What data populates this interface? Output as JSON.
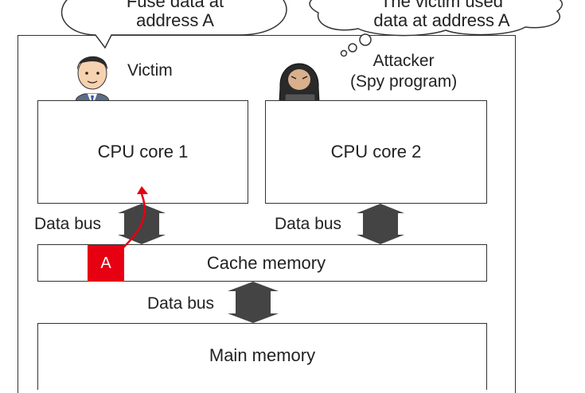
{
  "victim_speech": {
    "line1": "Fuse data at",
    "line2": "address A"
  },
  "attacker_thought": {
    "line1": "The victim used",
    "line2": "data at address A"
  },
  "victim": {
    "label": "Victim"
  },
  "attacker": {
    "line1": "Attacker",
    "line2": "(Spy program)"
  },
  "cpu_core_1": {
    "label": "CPU core 1"
  },
  "cpu_core_2": {
    "label": "CPU core 2"
  },
  "data_bus_left": {
    "label": "Data bus"
  },
  "data_bus_right": {
    "label": "Data bus"
  },
  "data_bus_bottom": {
    "label": "Data bus"
  },
  "cache_memory": {
    "label": "Cache memory"
  },
  "cache_line": {
    "label": "A",
    "color": "#e60012"
  },
  "main_memory": {
    "label": "Main memory"
  },
  "colors": {
    "arrow": "#444444",
    "highlight": "#e60012"
  }
}
